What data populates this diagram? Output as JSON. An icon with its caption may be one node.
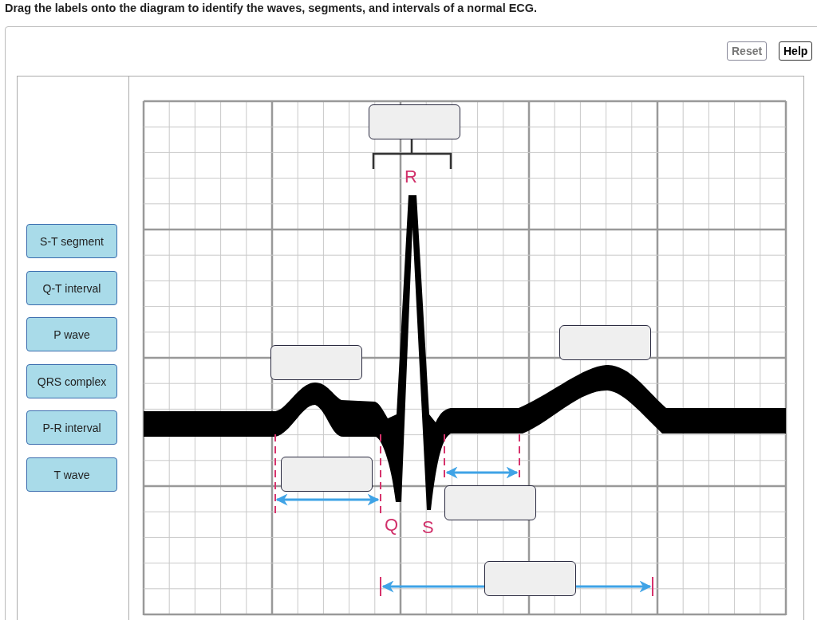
{
  "diagram": {
    "title": "Drag the labels onto the diagram to identify the waves, segments, and intervals of a normal ECG.",
    "nodes": [
      {
        "text": [
          "S-T segment"
        ]
      },
      {
        "text": [
          "Q-T interval"
        ]
      },
      {
        "text": [
          "P wave"
        ]
      },
      {
        "text": [
          "QRS complex"
        ]
      },
      {
        "text": [
          "P-R interval"
        ]
      },
      {
        "text": [
          "T wave"
        ]
      },
      {
        "text": [],
        "shape": "box"
      },
      {
        "text": [],
        "shape": "box"
      },
      {
        "text": [],
        "shape": "box"
      },
      {
        "text": [],
        "shape": "box"
      },
      {
        "text": [],
        "shape": "box"
      },
      {
        "text": [],
        "shape": "box"
      }
    ],
    "labels": [
      "Reset",
      "Help",
      "R",
      "Q",
      "S"
    ]
  }
}
